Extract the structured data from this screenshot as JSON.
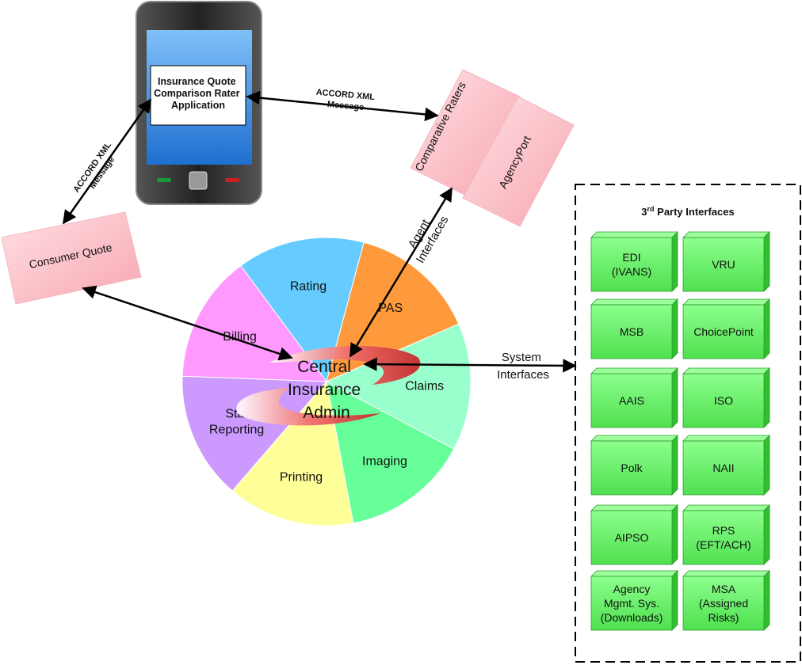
{
  "phone": {
    "app_lines": [
      "Insurance Quote",
      "Comparison Rater",
      "Application"
    ]
  },
  "messages": {
    "top_lines": [
      "ACCORD XML",
      "Message"
    ],
    "left_lines": [
      "ACCORD XML",
      "Message"
    ]
  },
  "consumer_quote": "Consumer Quote",
  "comparative_raters": "Comparative Raters",
  "agencyport": "AgencyPort",
  "agent_interfaces_lines": [
    "Agent",
    "Interfaces"
  ],
  "system_interfaces_lines": [
    "System",
    "Interfaces"
  ],
  "central": {
    "lines": [
      "Central",
      "Insurance",
      "Admin"
    ]
  },
  "segments": [
    {
      "label_lines": [
        "PAS"
      ],
      "color": "#FF9A3C"
    },
    {
      "label_lines": [
        "Claims"
      ],
      "color": "#99FFCC"
    },
    {
      "label_lines": [
        "Imaging"
      ],
      "color": "#66FF99"
    },
    {
      "label_lines": [
        "Printing"
      ],
      "color": "#FFFF99"
    },
    {
      "label_lines": [
        "Stat",
        "Reporting"
      ],
      "color": "#CC99FF"
    },
    {
      "label_lines": [
        "Billing"
      ],
      "color": "#FF99FF"
    },
    {
      "label_lines": [
        "Rating"
      ],
      "color": "#66CCFF"
    }
  ],
  "third_party": {
    "title_base": "3",
    "title_sup": "rd",
    "title_rest": " Party Interfaces",
    "boxes": [
      {
        "lines": [
          "EDI",
          "(IVANS)"
        ]
      },
      {
        "lines": [
          "VRU"
        ]
      },
      {
        "lines": [
          "MSB"
        ]
      },
      {
        "lines": [
          "ChoicePoint"
        ]
      },
      {
        "lines": [
          "AAIS"
        ]
      },
      {
        "lines": [
          "ISO"
        ]
      },
      {
        "lines": [
          "Polk"
        ]
      },
      {
        "lines": [
          "NAII"
        ]
      },
      {
        "lines": [
          "AIPSO"
        ]
      },
      {
        "lines": [
          "RPS",
          "(EFT/ACH)"
        ]
      },
      {
        "lines": [
          "Agency",
          "Mgmt. Sys.",
          "(Downloads)"
        ]
      },
      {
        "lines": [
          "MSA",
          "(Assigned",
          "Risks)"
        ]
      }
    ]
  },
  "colors": {
    "green_box": "#66EE66",
    "pink_box": "#FFC0C8",
    "screen_blue": "#3A8CE0"
  }
}
